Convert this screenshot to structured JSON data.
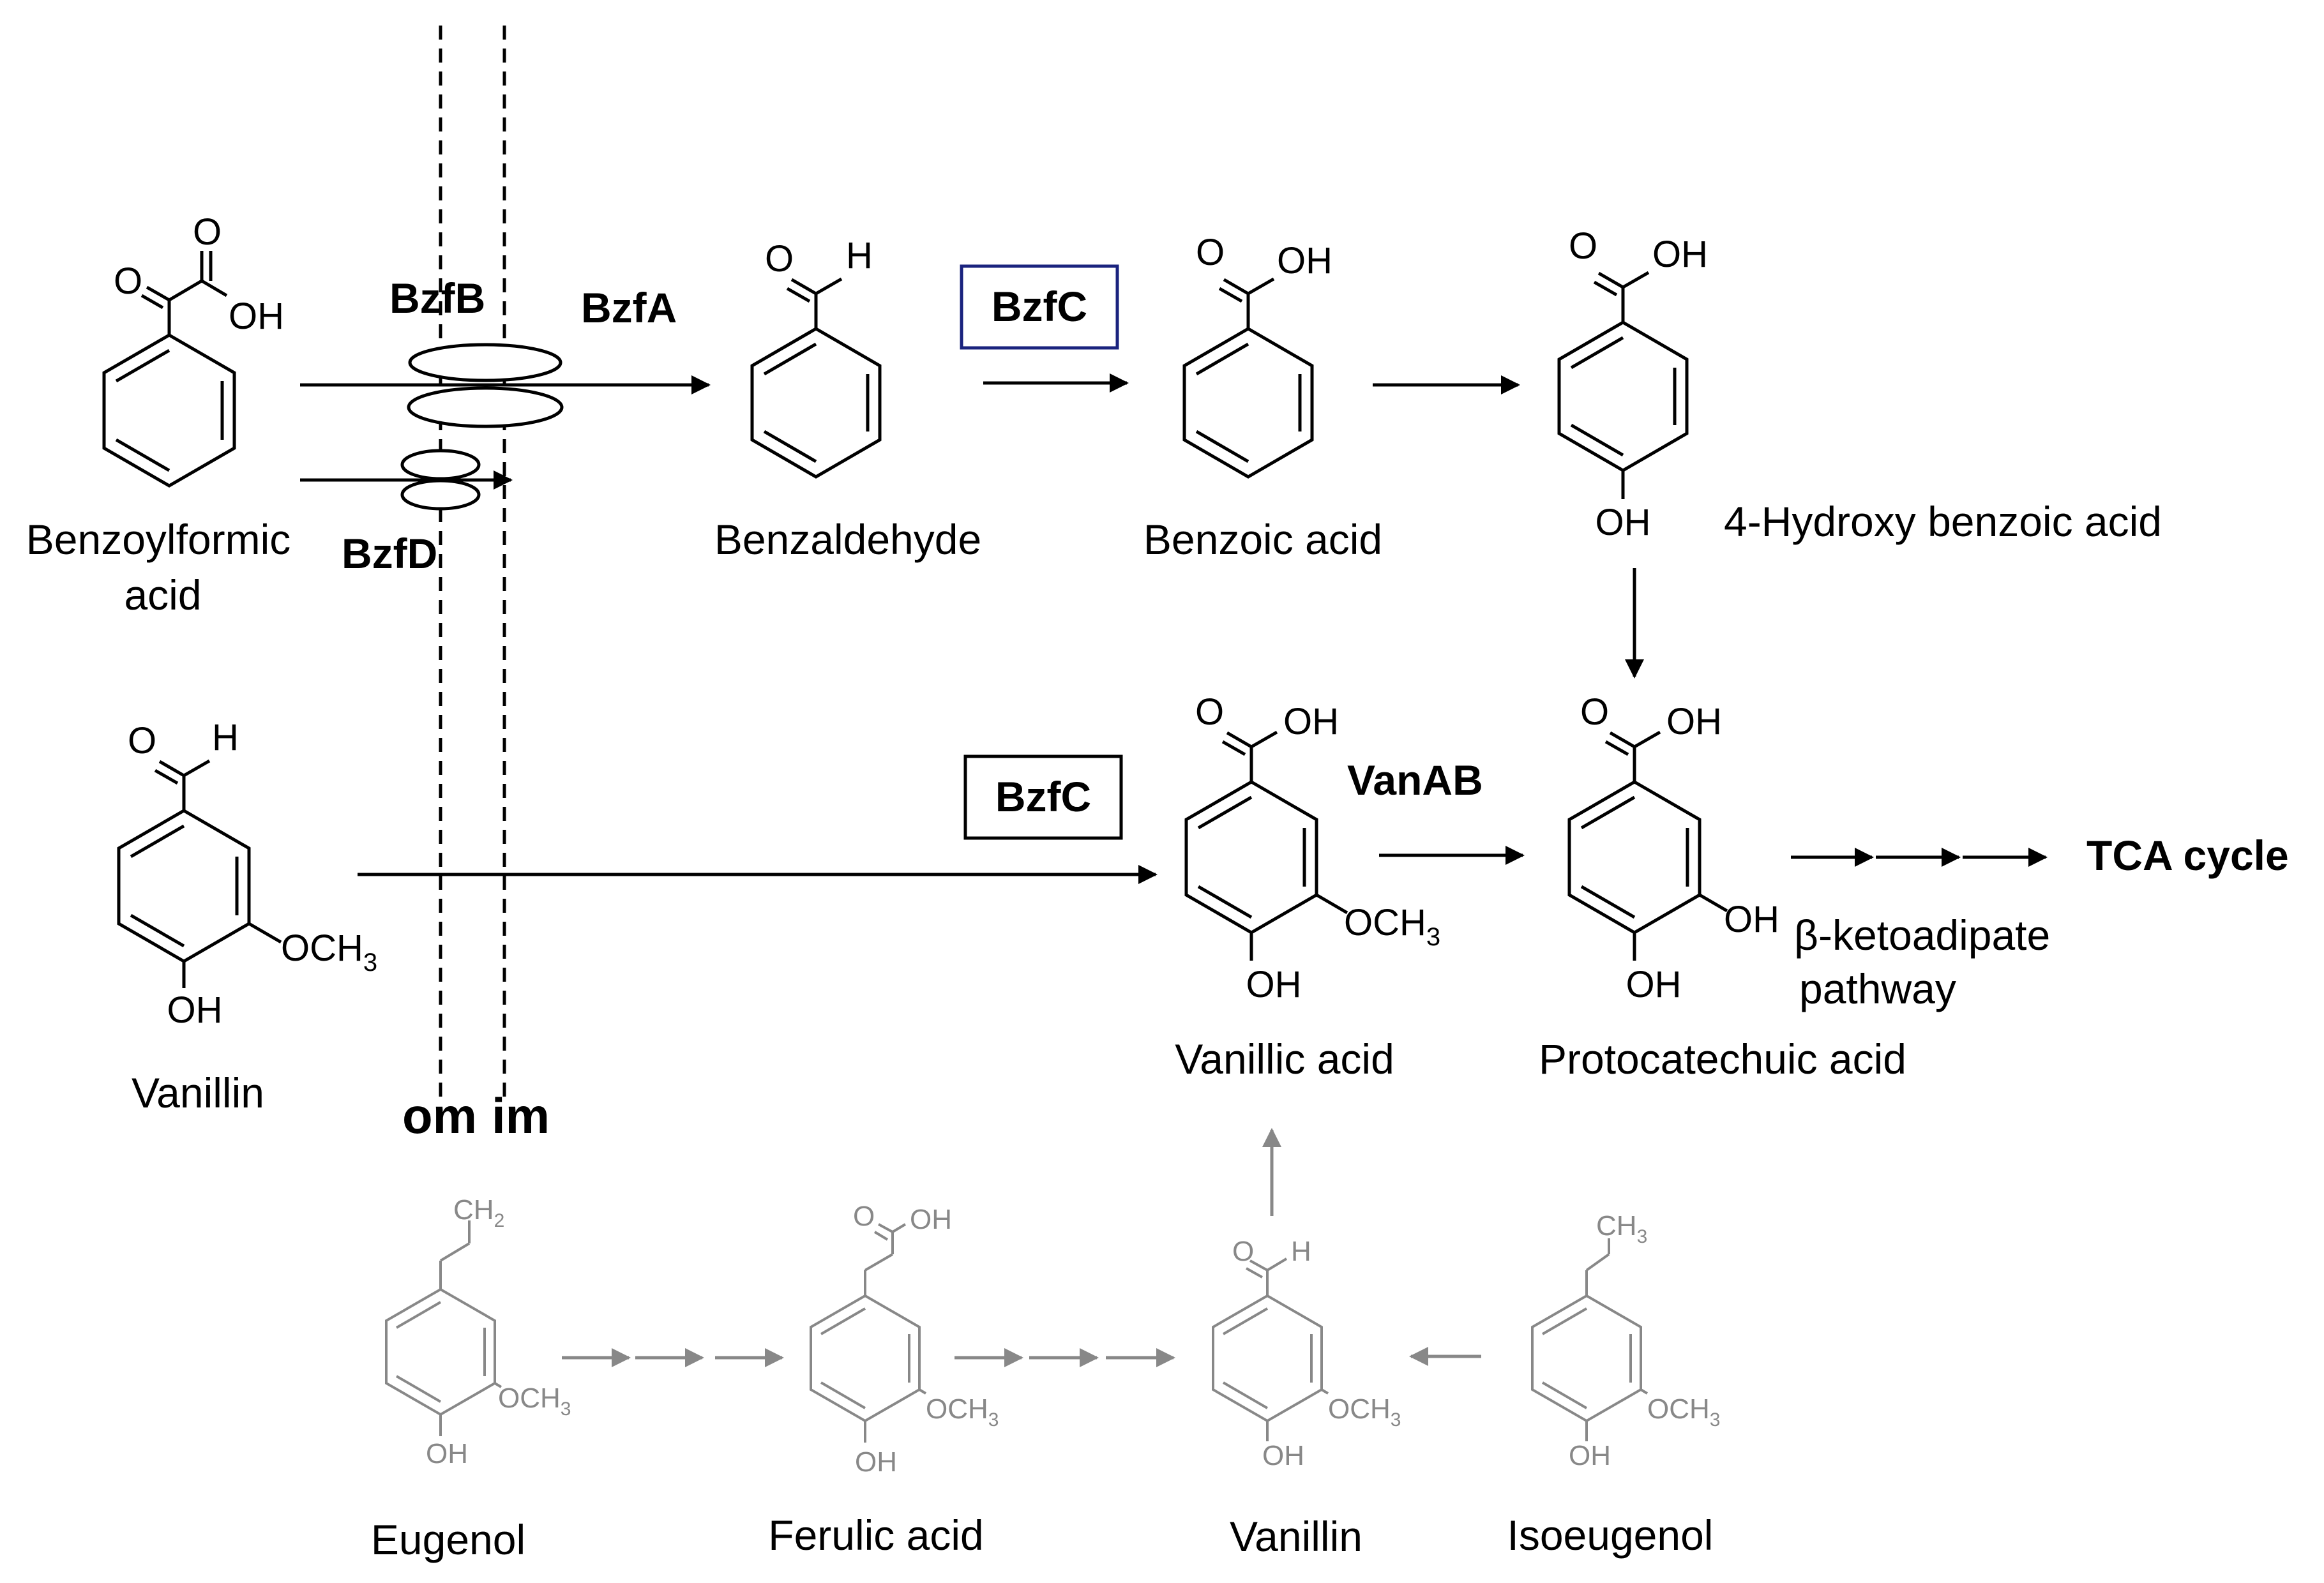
{
  "membrane": {
    "outer_label": "om",
    "inner_label": "im"
  },
  "enzymes": {
    "bzfB": "BzfB",
    "bzfA": "BzfA",
    "bzfD": "BzfD",
    "bzfC_top": "BzfC",
    "bzfC_mid": "BzfC",
    "vanAB": "VanAB"
  },
  "colors": {
    "main": "#000000",
    "grey_pathway": "#888888",
    "bzfC_top_border": "#1a237e"
  },
  "compounds": {
    "benzoylformic_acid": {
      "line1": "Benzoylformic",
      "line2": "acid",
      "o1": "O",
      "o2": "O",
      "oh": "OH"
    },
    "benzaldehyde": {
      "name": "Benzaldehyde",
      "o": "O",
      "h": "H"
    },
    "benzoic_acid": {
      "name": "Benzoic acid",
      "o": "O",
      "oh": "OH"
    },
    "hydroxybenzoic_acid": {
      "name": "4-Hydroxy benzoic acid",
      "o": "O",
      "oh": "OH",
      "oh_ring": "OH"
    },
    "vanillin_top": {
      "name": "Vanillin",
      "o": "O",
      "h": "H",
      "och": "OCH",
      "sub3": "3",
      "oh": "OH"
    },
    "vanillic_acid": {
      "name": "Vanillic acid",
      "o": "O",
      "oh": "OH",
      "och": "OCH",
      "sub3": "3",
      "oh_ring": "OH"
    },
    "protocatechuic_acid": {
      "name": "Protocatechuic acid",
      "o": "O",
      "oh": "OH",
      "oh3": "OH",
      "oh4": "OH"
    },
    "eugenol": {
      "name": "Eugenol",
      "ch": "CH",
      "sub2": "2",
      "och": "OCH",
      "sub3": "3",
      "oh": "OH"
    },
    "ferulic_acid": {
      "name": "Ferulic acid",
      "o": "O",
      "oh": "OH",
      "och": "OCH",
      "sub3": "3",
      "oh_ring": "OH"
    },
    "vanillin_bottom": {
      "name": "Vanillin",
      "o": "O",
      "h": "H",
      "och": "OCH",
      "sub3": "3",
      "oh": "OH"
    },
    "isoeugenol": {
      "name": "Isoeugenol",
      "ch": "CH",
      "sub3b": "3",
      "och": "OCH",
      "sub3": "3",
      "oh": "OH"
    }
  },
  "pathway": {
    "line1": "β-ketoadipate",
    "line2": "pathway",
    "end": "TCA cycle"
  }
}
